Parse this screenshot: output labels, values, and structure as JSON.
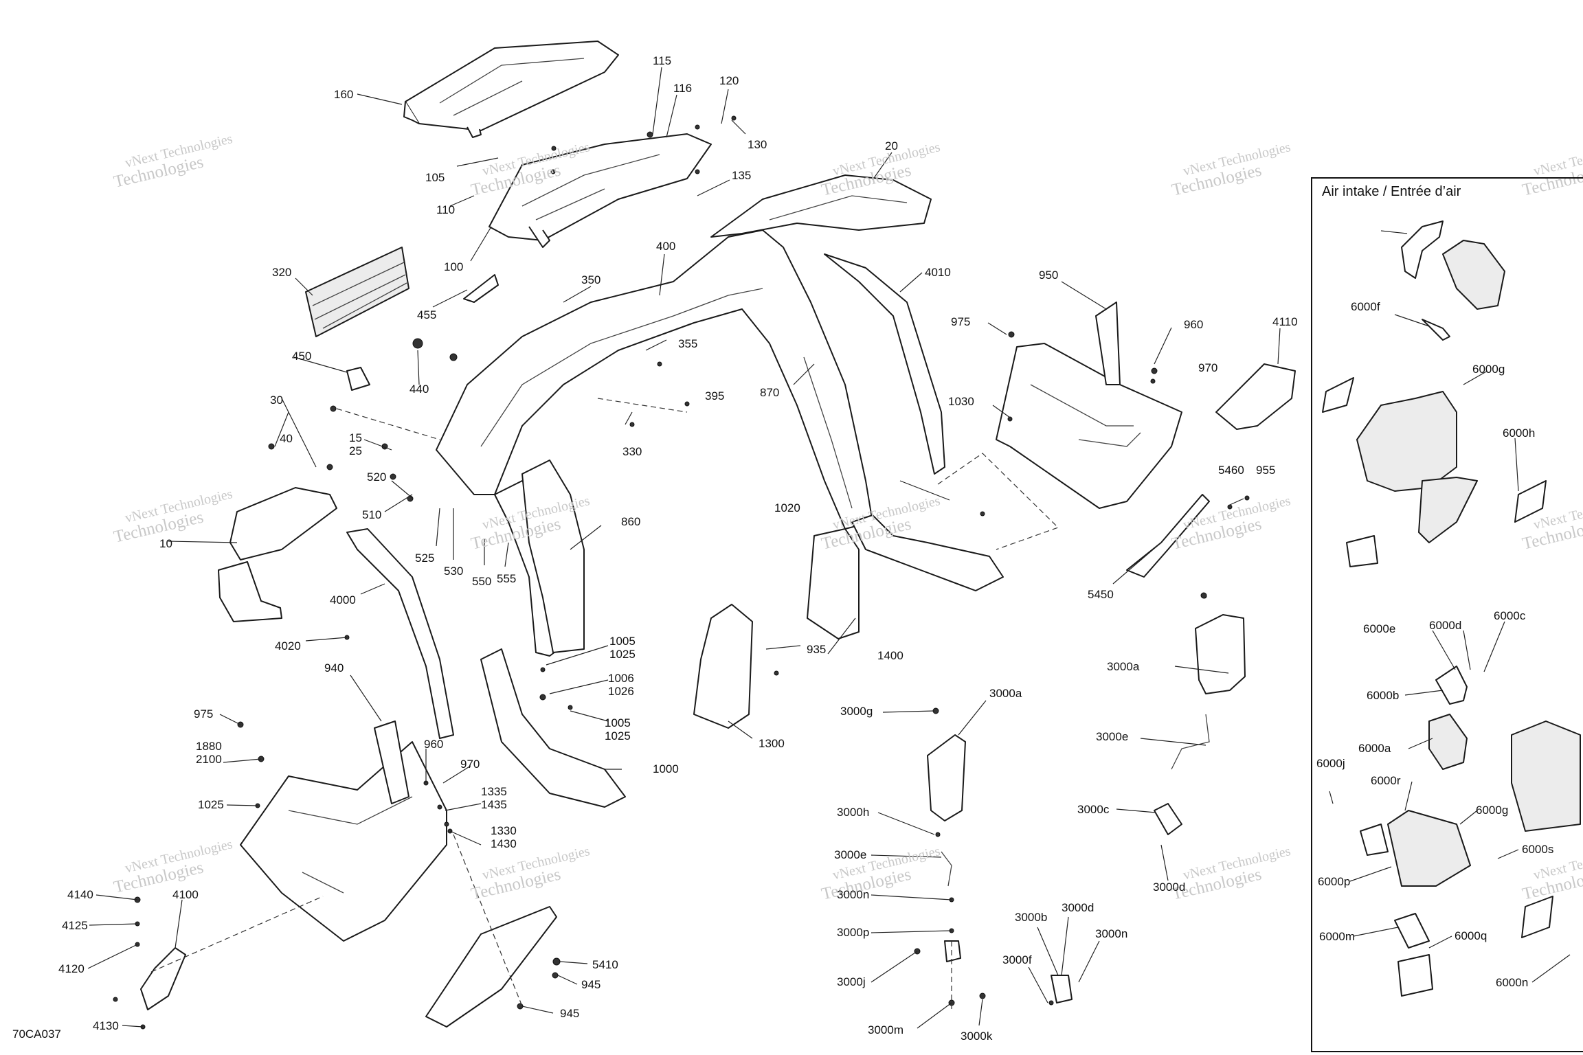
{
  "reference_code": "70CA037",
  "watermark": {
    "line1": "vNext Technologies",
    "line2": "Technologies"
  },
  "inset": {
    "title": "Air intake  /  Entrée d’air"
  },
  "callouts": [
    {
      "id": "c160",
      "text": "160"
    },
    {
      "id": "c115",
      "text": "115"
    },
    {
      "id": "c116",
      "text": "116"
    },
    {
      "id": "c120",
      "text": "120"
    },
    {
      "id": "c130",
      "text": "130"
    },
    {
      "id": "c135",
      "text": "135"
    },
    {
      "id": "c105",
      "text": "105"
    },
    {
      "id": "c110",
      "text": "110"
    },
    {
      "id": "c100",
      "text": "100"
    },
    {
      "id": "c20",
      "text": "20"
    },
    {
      "id": "c320",
      "text": "320"
    },
    {
      "id": "c455",
      "text": "455"
    },
    {
      "id": "c350",
      "text": "350"
    },
    {
      "id": "c400",
      "text": "400"
    },
    {
      "id": "c4010",
      "text": "4010"
    },
    {
      "id": "c950",
      "text": "950"
    },
    {
      "id": "c975a",
      "text": "975"
    },
    {
      "id": "c960a",
      "text": "960"
    },
    {
      "id": "c970a",
      "text": "970"
    },
    {
      "id": "c4110",
      "text": "4110"
    },
    {
      "id": "c450",
      "text": "450"
    },
    {
      "id": "c440",
      "text": "440"
    },
    {
      "id": "c355",
      "text": "355"
    },
    {
      "id": "c395",
      "text": "395"
    },
    {
      "id": "c870",
      "text": "870"
    },
    {
      "id": "c1030",
      "text": "1030"
    },
    {
      "id": "c30",
      "text": "30"
    },
    {
      "id": "c40",
      "text": "40"
    },
    {
      "id": "c15",
      "text": "15"
    },
    {
      "id": "c25",
      "text": "25"
    },
    {
      "id": "c330",
      "text": "330"
    },
    {
      "id": "c520",
      "text": "520"
    },
    {
      "id": "c510",
      "text": "510"
    },
    {
      "id": "c5460",
      "text": "5460"
    },
    {
      "id": "c955",
      "text": "955"
    },
    {
      "id": "c1020",
      "text": "1020"
    },
    {
      "id": "c10",
      "text": "10"
    },
    {
      "id": "c860",
      "text": "860"
    },
    {
      "id": "c525",
      "text": "525"
    },
    {
      "id": "c530",
      "text": "530"
    },
    {
      "id": "c550",
      "text": "550"
    },
    {
      "id": "c555",
      "text": "555"
    },
    {
      "id": "c4000",
      "text": "4000"
    },
    {
      "id": "c5450",
      "text": "5450"
    },
    {
      "id": "c4020",
      "text": "4020"
    },
    {
      "id": "c1005a",
      "text": "1005"
    },
    {
      "id": "c1025a",
      "text": "1025"
    },
    {
      "id": "c935",
      "text": "935"
    },
    {
      "id": "c1400",
      "text": "1400"
    },
    {
      "id": "c3000a_top",
      "text": "3000a"
    },
    {
      "id": "c940",
      "text": "940"
    },
    {
      "id": "c1006",
      "text": "1006"
    },
    {
      "id": "c1026",
      "text": "1026"
    },
    {
      "id": "c3000a",
      "text": "3000a"
    },
    {
      "id": "c3000g",
      "text": "3000g"
    },
    {
      "id": "c975b",
      "text": "975"
    },
    {
      "id": "c1005b",
      "text": "1005"
    },
    {
      "id": "c1025b",
      "text": "1025"
    },
    {
      "id": "c1880",
      "text": "1880"
    },
    {
      "id": "c2100",
      "text": "2100"
    },
    {
      "id": "c960b",
      "text": "960"
    },
    {
      "id": "c1300",
      "text": "1300"
    },
    {
      "id": "c3000e",
      "text": "3000e"
    },
    {
      "id": "c970b",
      "text": "970"
    },
    {
      "id": "c1000",
      "text": "1000"
    },
    {
      "id": "c1335",
      "text": "1335"
    },
    {
      "id": "c1435",
      "text": "1435"
    },
    {
      "id": "c1025c",
      "text": "1025"
    },
    {
      "id": "c3000c",
      "text": "3000c"
    },
    {
      "id": "c3000h",
      "text": "3000h"
    },
    {
      "id": "c1330",
      "text": "1330"
    },
    {
      "id": "c1430",
      "text": "1430"
    },
    {
      "id": "c3000e2",
      "text": "3000e"
    },
    {
      "id": "c3000d",
      "text": "3000d"
    },
    {
      "id": "c4140",
      "text": "4140"
    },
    {
      "id": "c4100",
      "text": "4100"
    },
    {
      "id": "c4125",
      "text": "4125"
    },
    {
      "id": "c3000n",
      "text": "3000n"
    },
    {
      "id": "c3000b",
      "text": "3000b"
    },
    {
      "id": "c3000d2",
      "text": "3000d"
    },
    {
      "id": "c3000p",
      "text": "3000p"
    },
    {
      "id": "c3000n2",
      "text": "3000n"
    },
    {
      "id": "c4120",
      "text": "4120"
    },
    {
      "id": "c5410",
      "text": "5410"
    },
    {
      "id": "c3000f",
      "text": "3000f"
    },
    {
      "id": "c945a",
      "text": "945"
    },
    {
      "id": "c3000j",
      "text": "3000j"
    },
    {
      "id": "c945b",
      "text": "945"
    },
    {
      "id": "c4130",
      "text": "4130"
    },
    {
      "id": "c3000m",
      "text": "3000m"
    },
    {
      "id": "c3000k",
      "text": "3000k"
    },
    {
      "id": "c6000f",
      "text": "6000f"
    },
    {
      "id": "c6000g",
      "text": "6000g"
    },
    {
      "id": "c6000h",
      "text": "6000h"
    },
    {
      "id": "c6000e",
      "text": "6000e"
    },
    {
      "id": "c6000d",
      "text": "6000d"
    },
    {
      "id": "c6000c",
      "text": "6000c"
    },
    {
      "id": "c6000b",
      "text": "6000b"
    },
    {
      "id": "c6000a",
      "text": "6000a"
    },
    {
      "id": "c6000j",
      "text": "6000j"
    },
    {
      "id": "c6000r",
      "text": "6000r"
    },
    {
      "id": "c6000g2",
      "text": "6000g"
    },
    {
      "id": "c6000s",
      "text": "6000s"
    },
    {
      "id": "c6000p",
      "text": "6000p"
    },
    {
      "id": "c6000m",
      "text": "6000m"
    },
    {
      "id": "c6000q",
      "text": "6000q"
    },
    {
      "id": "c6000n",
      "text": "6000n"
    }
  ]
}
